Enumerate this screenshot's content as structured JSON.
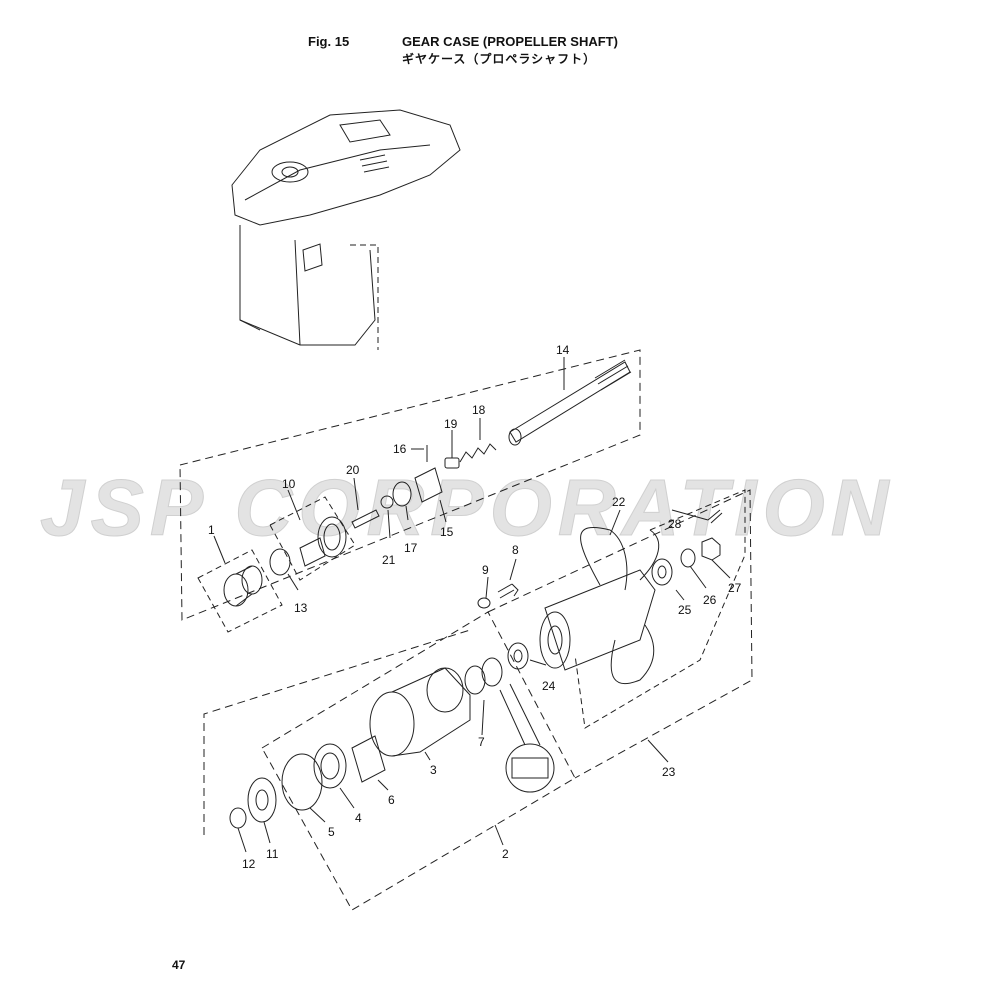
{
  "header": {
    "fig_label": "Fig. 15",
    "title_en": "GEAR CASE (PROPELLER SHAFT)",
    "title_jp": "ギヤケース（プロペラシャフト）"
  },
  "watermark": "JSP CORPORATION",
  "callouts": [
    "1",
    "2",
    "3",
    "4",
    "5",
    "6",
    "7",
    "8",
    "9",
    "10",
    "11",
    "12",
    "13",
    "14",
    "15",
    "16",
    "17",
    "18",
    "19",
    "20",
    "21",
    "22",
    "23",
    "24",
    "25",
    "26",
    "27",
    "28"
  ],
  "page_number": "47"
}
